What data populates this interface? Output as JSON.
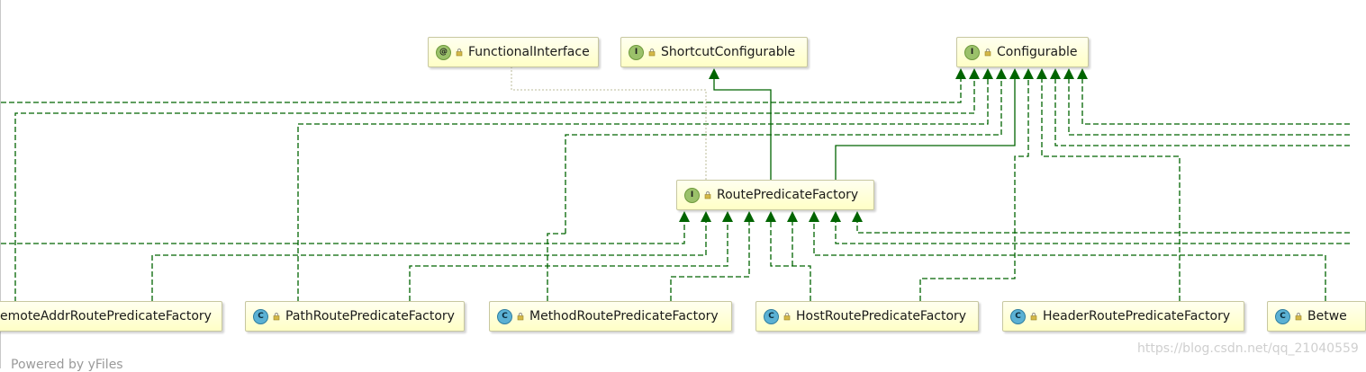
{
  "nodes": [
    {
      "id": "functional",
      "kind": "annotation",
      "badge": "@",
      "label": "FunctionalInterface"
    },
    {
      "id": "shortcut",
      "kind": "interface",
      "badge": "I",
      "label": "ShortcutConfigurable"
    },
    {
      "id": "configurable",
      "kind": "interface",
      "badge": "I",
      "label": "Configurable"
    },
    {
      "id": "route",
      "kind": "interface",
      "badge": "I",
      "label": "RoutePredicateFactory"
    },
    {
      "id": "remoteaddr",
      "kind": "class",
      "badge": "",
      "label": "emoteAddrRoutePredicateFactory"
    },
    {
      "id": "path",
      "kind": "class",
      "badge": "C",
      "label": "PathRoutePredicateFactory"
    },
    {
      "id": "method",
      "kind": "class",
      "badge": "C",
      "label": "MethodRoutePredicateFactory"
    },
    {
      "id": "host",
      "kind": "class",
      "badge": "C",
      "label": "HostRoutePredicateFactory"
    },
    {
      "id": "header",
      "kind": "class",
      "badge": "C",
      "label": "HeaderRoutePredicateFactory"
    },
    {
      "id": "between",
      "kind": "class",
      "badge": "C",
      "label": "Betwe"
    }
  ],
  "watermark": "https://blog.csdn.net/qq_21040559",
  "footer": "Powered by yFiles",
  "colors": {
    "edge": "#006400",
    "annotation_edge": "#bbbb99",
    "node_fill": "#ffffc6"
  }
}
